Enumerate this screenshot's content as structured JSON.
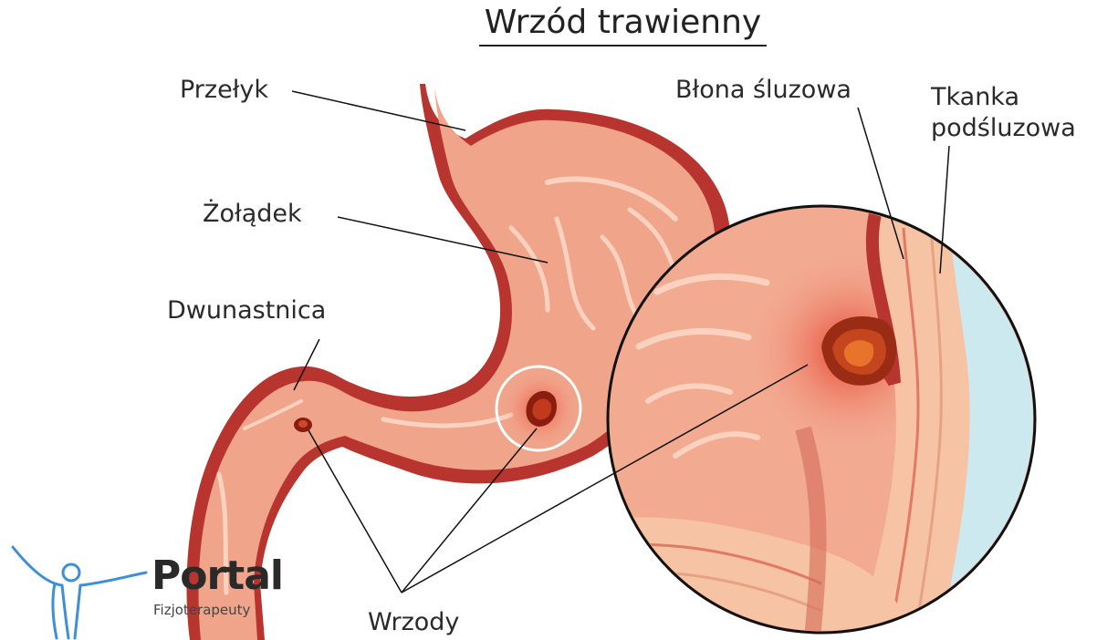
{
  "title": "Wrzód trawienny",
  "labels": {
    "esophagus": "Przełyk",
    "stomach": "Żołądek",
    "duodenum": "Dwunastnica",
    "mucosa": "Błona śluzowa",
    "submucosa_line1": "Tkanka",
    "submucosa_line2": "podśluzowa",
    "ulcers": "Wrzody"
  },
  "logo": {
    "name": "Portal",
    "subtitle": "Fizjoterapeuty"
  },
  "colors": {
    "tissue": "#f0a48a",
    "tissue_dark": "#c2443e",
    "tissue_light": "#fbd2bf",
    "ulcer": "#8a1d10",
    "background_fluid": "#cde9f0",
    "logo_blue": "#3d8fd6"
  }
}
